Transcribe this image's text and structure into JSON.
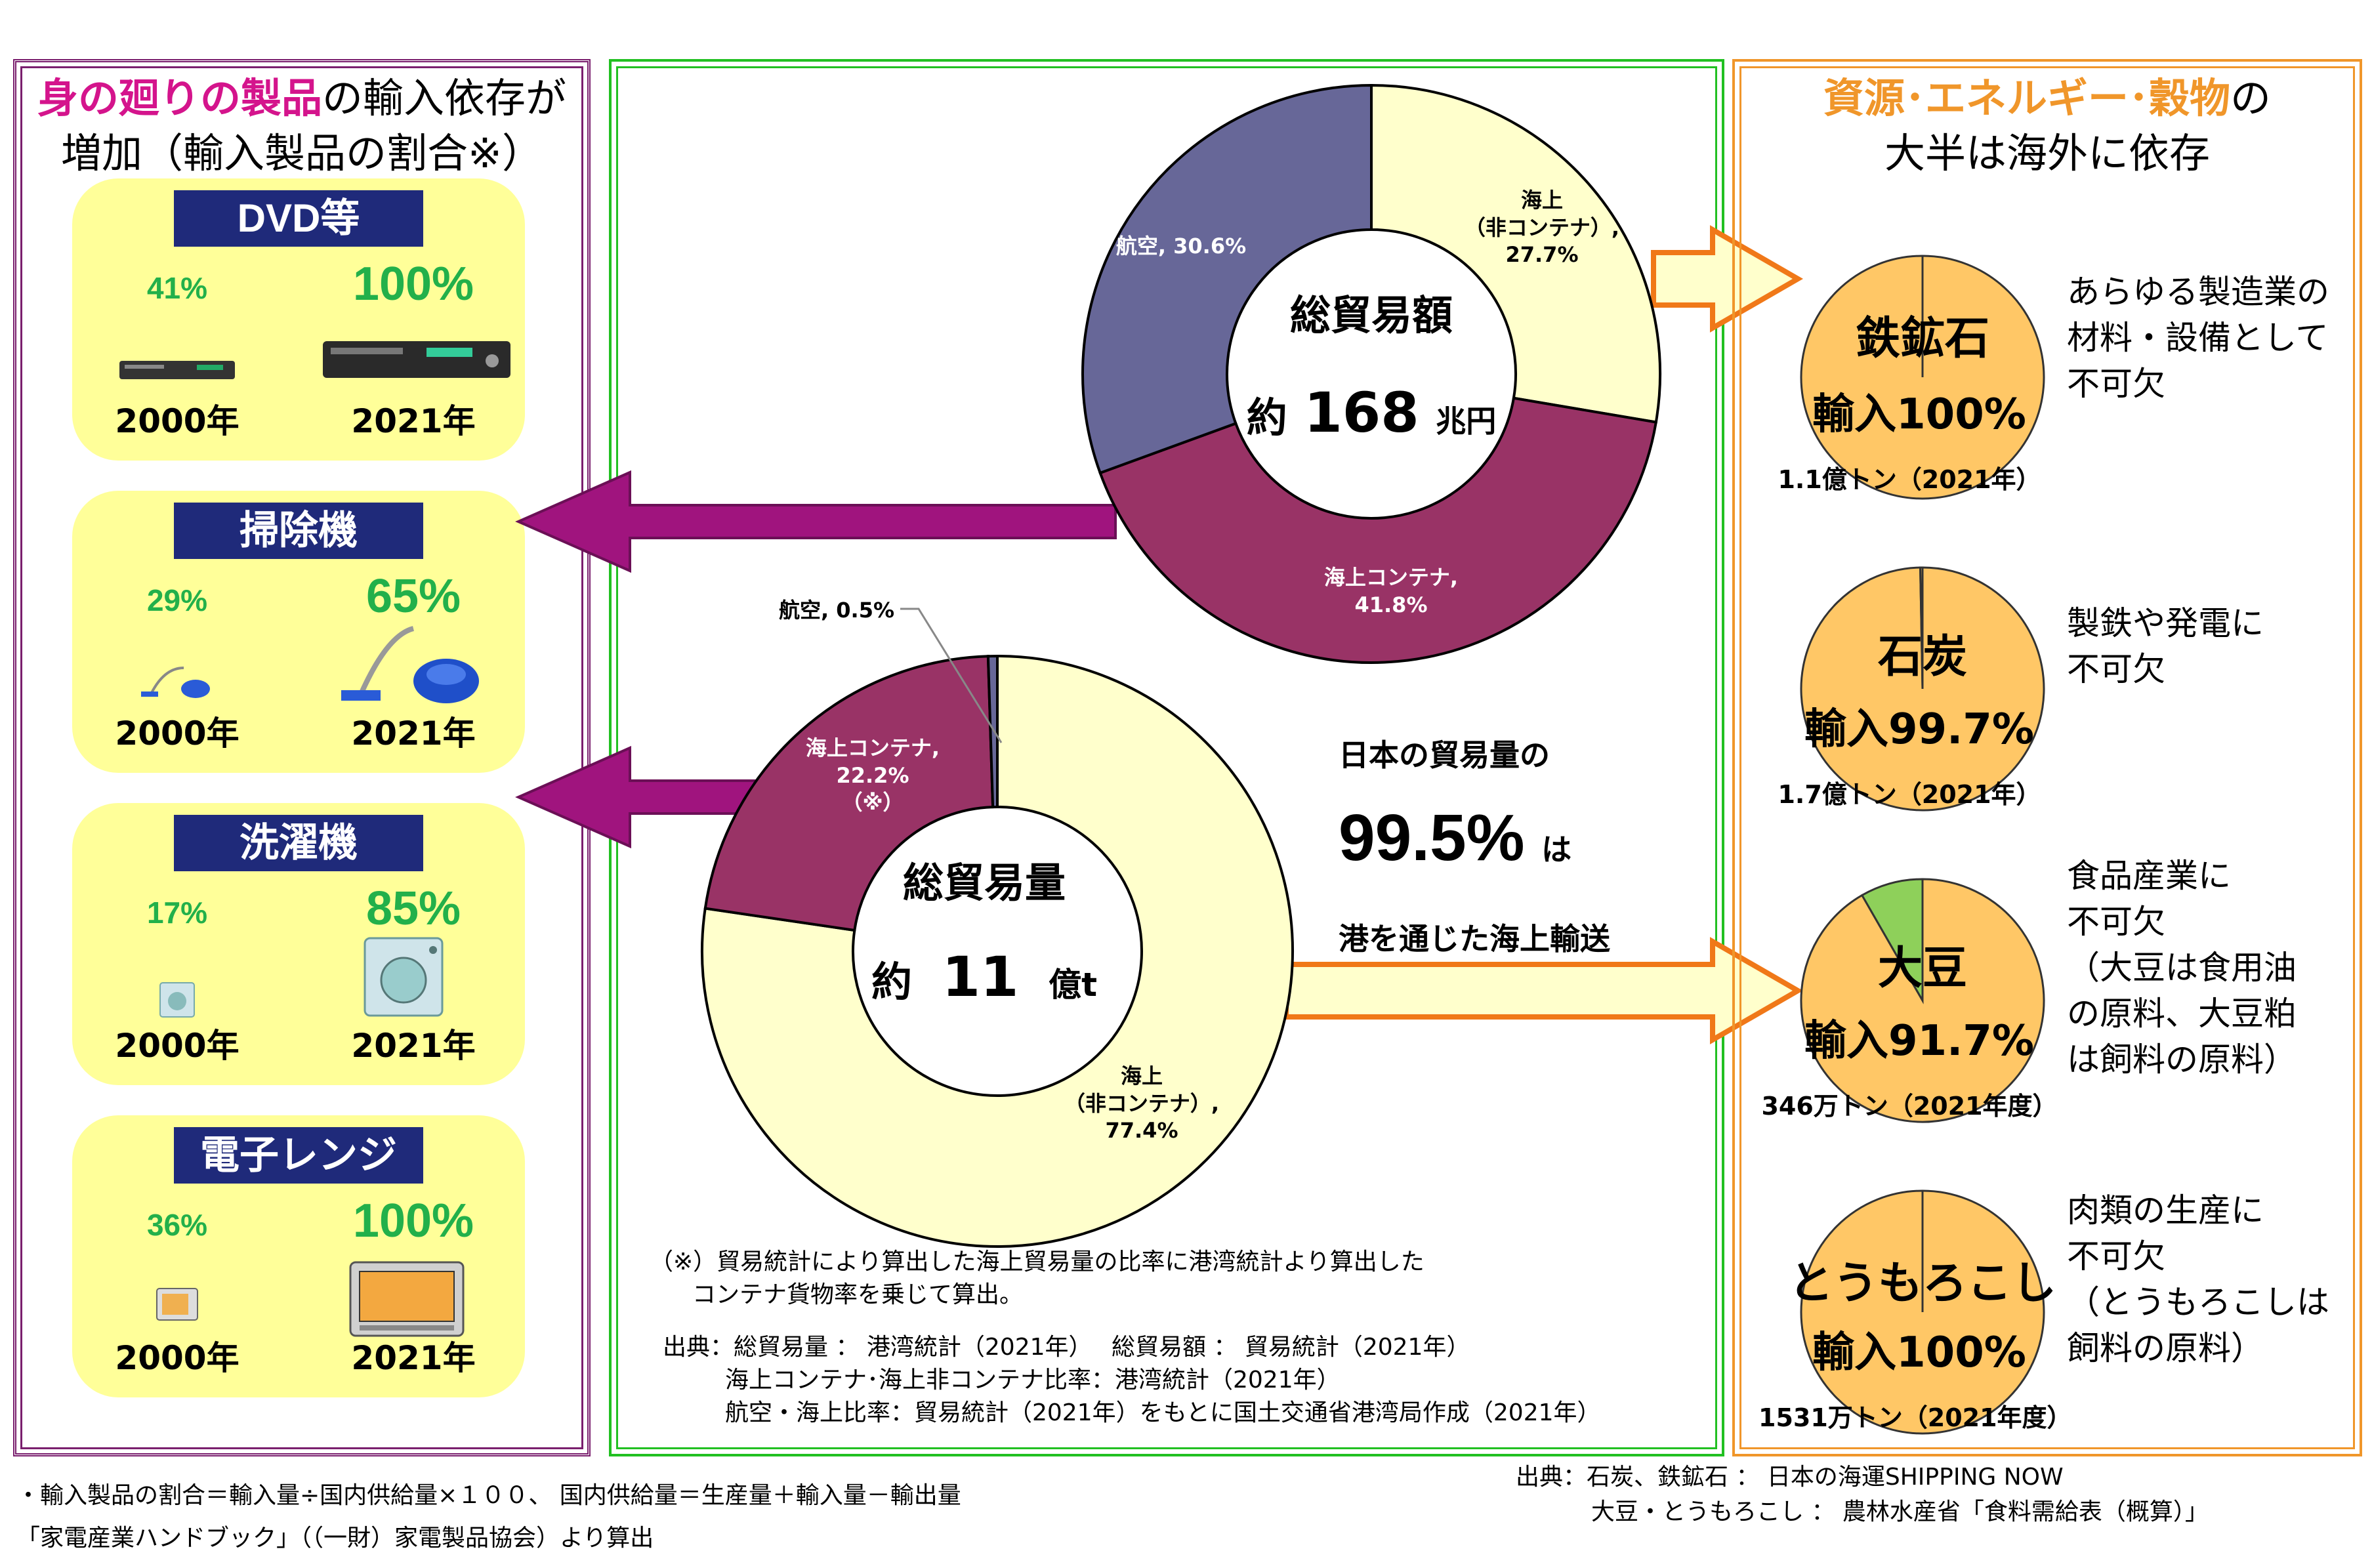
{
  "left": {
    "title_hl": "身の廻りの製品",
    "title_rest": "の輸入依存が",
    "title_line2": "増加（輸入製品の割合※）",
    "cards": [
      {
        "title": "DVD等",
        "old_pct": "41%",
        "new_pct": "100%",
        "old_year": "2000年",
        "new_year": "2021年",
        "icon": "dvd-player-icon"
      },
      {
        "title": "掃除機",
        "old_pct": "29%",
        "new_pct": "65%",
        "old_year": "2000年",
        "new_year": "2021年",
        "icon": "vacuum-cleaner-icon"
      },
      {
        "title": "洗濯機",
        "old_pct": "17%",
        "new_pct": "85%",
        "old_year": "2000年",
        "new_year": "2021年",
        "icon": "washing-machine-icon"
      },
      {
        "title": "電子レンジ",
        "old_pct": "36%",
        "new_pct": "100%",
        "old_year": "2000年",
        "new_year": "2021年",
        "icon": "microwave-icon"
      }
    ],
    "note1": "・輸入製品の割合＝輸入量÷国内供給量×１００、 国内供給量＝生産量＋輸入量－輸出量",
    "note2": "「家電産業ハンドブック」（（一財）家電製品協会）より算出"
  },
  "middle": {
    "value_center_title": "総貿易額",
    "value_center_prefix": "約",
    "value_center_num": "168",
    "value_center_unit": "兆円",
    "volume_center_title": "総貿易量",
    "volume_center_prefix": "約",
    "volume_center_num": "11",
    "volume_center_unit": "億t",
    "summary_line1": "日本の貿易量の",
    "summary_pct": "99.5%",
    "summary_ha": "は",
    "summary_line3": "港を通じた海上輸送",
    "footnote1": "（※）貿易統計により算出した海上貿易量の比率に港湾統計より算出した",
    "footnote2": "コンテナ貨物率を乗じて算出。",
    "source1": "出典：総貿易量 ： 港湾統計（2021年）　 総貿易額 ： 貿易統計（2021年）",
    "source2": "海上コンテナ･海上非コンテナ比率：港湾統計（2021年）",
    "source3": "航空・海上比率：貿易統計（2021年）をもとに国土交通省港湾局作成（2021年）"
  },
  "right": {
    "title_hl": "資源･エネルギー･穀物",
    "title_rest": "の",
    "title_line2": "大半は海外に依存",
    "items": [
      {
        "name": "鉄鉱石",
        "import": "輸入100%",
        "volume": "1.1億トン（2021年）",
        "desc": [
          "あらゆる製造業の",
          "材料・設備として",
          "不可欠"
        ]
      },
      {
        "name": "石炭",
        "import": "輸入99.7%",
        "volume": "1.7億トン（2021年）",
        "desc": [
          "製鉄や発電に",
          "不可欠"
        ]
      },
      {
        "name": "大豆",
        "import": "輸入91.7%",
        "volume": "346万トン（2021年度）",
        "desc": [
          "食品産業に",
          "不可欠",
          "（大豆は食用油",
          "の原料、大豆粕",
          "は飼料の原料）"
        ]
      },
      {
        "name": "とうもろこし",
        "import": "輸入100%",
        "volume": "1531万トン（2021年度）",
        "desc": [
          "肉類の生産に",
          "不可欠",
          "（とうもろこしは",
          "飼料の原料）"
        ]
      }
    ],
    "source1": "出典：石炭、鉄鉱石 ： 日本の海運SHIPPING NOW",
    "source2": "大豆・とうもろこし ： 農林水産省「食料需給表（概算）」"
  },
  "colors": {
    "air": "#676798",
    "sea_non_container": "#ffffcc",
    "sea_container": "#993366",
    "resource_pie": "#ffc766",
    "soy_domestic": "#8ed05a",
    "arrow_magenta": "#a0147e",
    "arrow_orange": "#f07818",
    "arrow_fill": "#ffffcc"
  },
  "chart_data": [
    {
      "type": "pie",
      "title": "総貿易額",
      "categories": [
        "海上（非コンテナ）",
        "海上コンテナ",
        "航空"
      ],
      "values": [
        27.7,
        41.8,
        30.6
      ],
      "unit": "%"
    },
    {
      "type": "pie",
      "title": "総貿易量",
      "categories": [
        "海上（非コンテナ）",
        "海上コンテナ",
        "航空"
      ],
      "values": [
        77.4,
        22.2,
        0.5
      ],
      "unit": "%"
    },
    {
      "type": "bar",
      "title": "身の廻りの製品の輸入依存",
      "categories": [
        "DVD等",
        "掃除機",
        "洗濯機",
        "電子レンジ"
      ],
      "series": [
        {
          "name": "2000年",
          "values": [
            41,
            29,
            17,
            36
          ]
        },
        {
          "name": "2021年",
          "values": [
            100,
            65,
            85,
            100
          ]
        }
      ],
      "unit": "%"
    },
    {
      "type": "pie",
      "title": "資源・エネルギー・穀物の輸入割合",
      "categories": [
        "鉄鉱石",
        "石炭",
        "大豆",
        "とうもろこし"
      ],
      "values": [
        100,
        99.7,
        91.7,
        100
      ],
      "unit": "%"
    }
  ]
}
